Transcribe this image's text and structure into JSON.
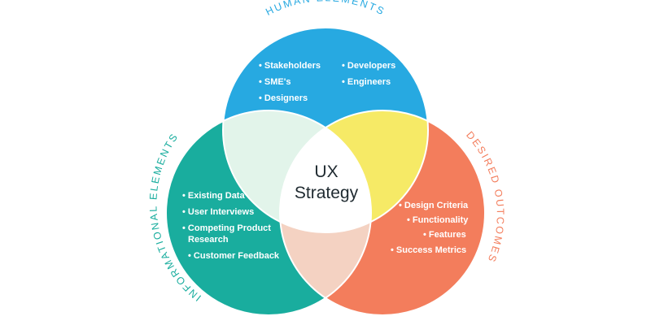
{
  "colors": {
    "human": "#27a9e1",
    "informational": "#19ad9e",
    "desired": "#f37d5c",
    "overlap_human_info": "#e2f4ea",
    "overlap_human_desired": "#f6ea66",
    "overlap_info_desired": "#f4d2c2",
    "center": "#ffffff"
  },
  "center": {
    "line1": "UX",
    "line2": "Strategy"
  },
  "human": {
    "label": "HUMAN ELEMENTS",
    "col1": [
      "• Stakeholders",
      "• SME's",
      "• Designers"
    ],
    "col2": [
      "• Developers",
      "• Engineers"
    ]
  },
  "informational": {
    "label": "INFORMATIONAL ELEMENTS",
    "items": [
      "• Existing Data",
      "• User Interviews",
      "• Competing Product",
      "Research",
      "• Customer Feedback"
    ]
  },
  "desired": {
    "label": "DESIRED OUTCOMES",
    "items": [
      "• Design Criteria",
      "• Functionality",
      "• Features",
      "• Success Metrics"
    ]
  }
}
